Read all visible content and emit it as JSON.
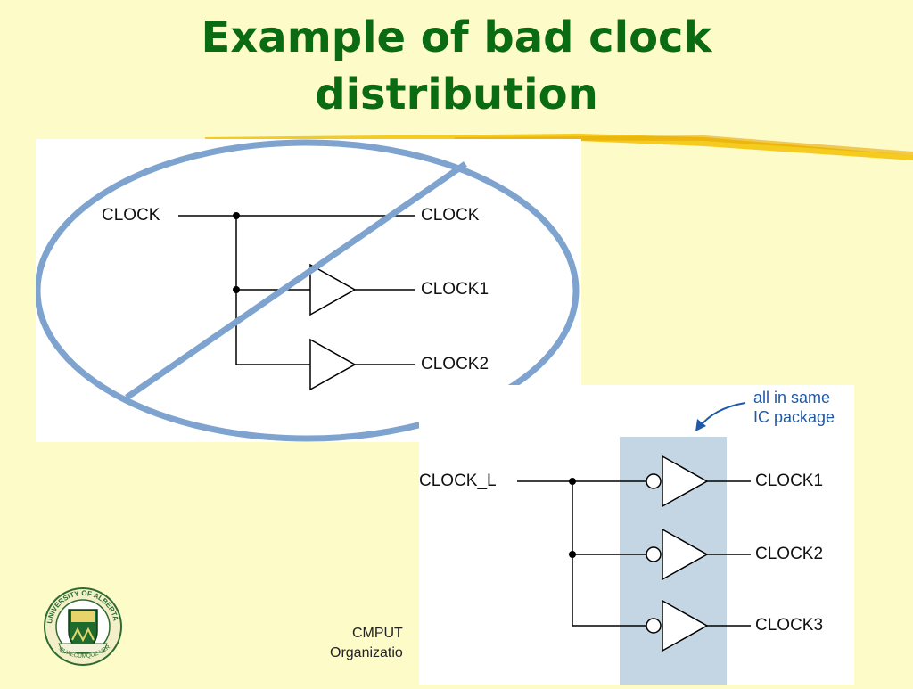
{
  "slide": {
    "title_line1": "Example of bad clock",
    "title_line2": "distribution"
  },
  "bad_example": {
    "input_label": "CLOCK",
    "outputs": [
      "CLOCK",
      "CLOCK1",
      "CLOCK2"
    ]
  },
  "good_example": {
    "input_label": "CLOCK_L",
    "outputs": [
      "CLOCK1",
      "CLOCK2",
      "CLOCK3"
    ],
    "annotation_line1": "all in same",
    "annotation_line2": "IC package"
  },
  "footer": {
    "line1": "CMPUT",
    "line2": "Organizatio"
  },
  "logo": {
    "top_text": "UNIVERSITY OF ALBERTA",
    "motto": "QUAECUMQUE VERA"
  },
  "colors": {
    "background": "#fdfbc8",
    "title": "#0a6b12",
    "strike_mark": "#7ea3cf",
    "package_shade": "#c4d6e3",
    "highlight": "#f2c200"
  }
}
